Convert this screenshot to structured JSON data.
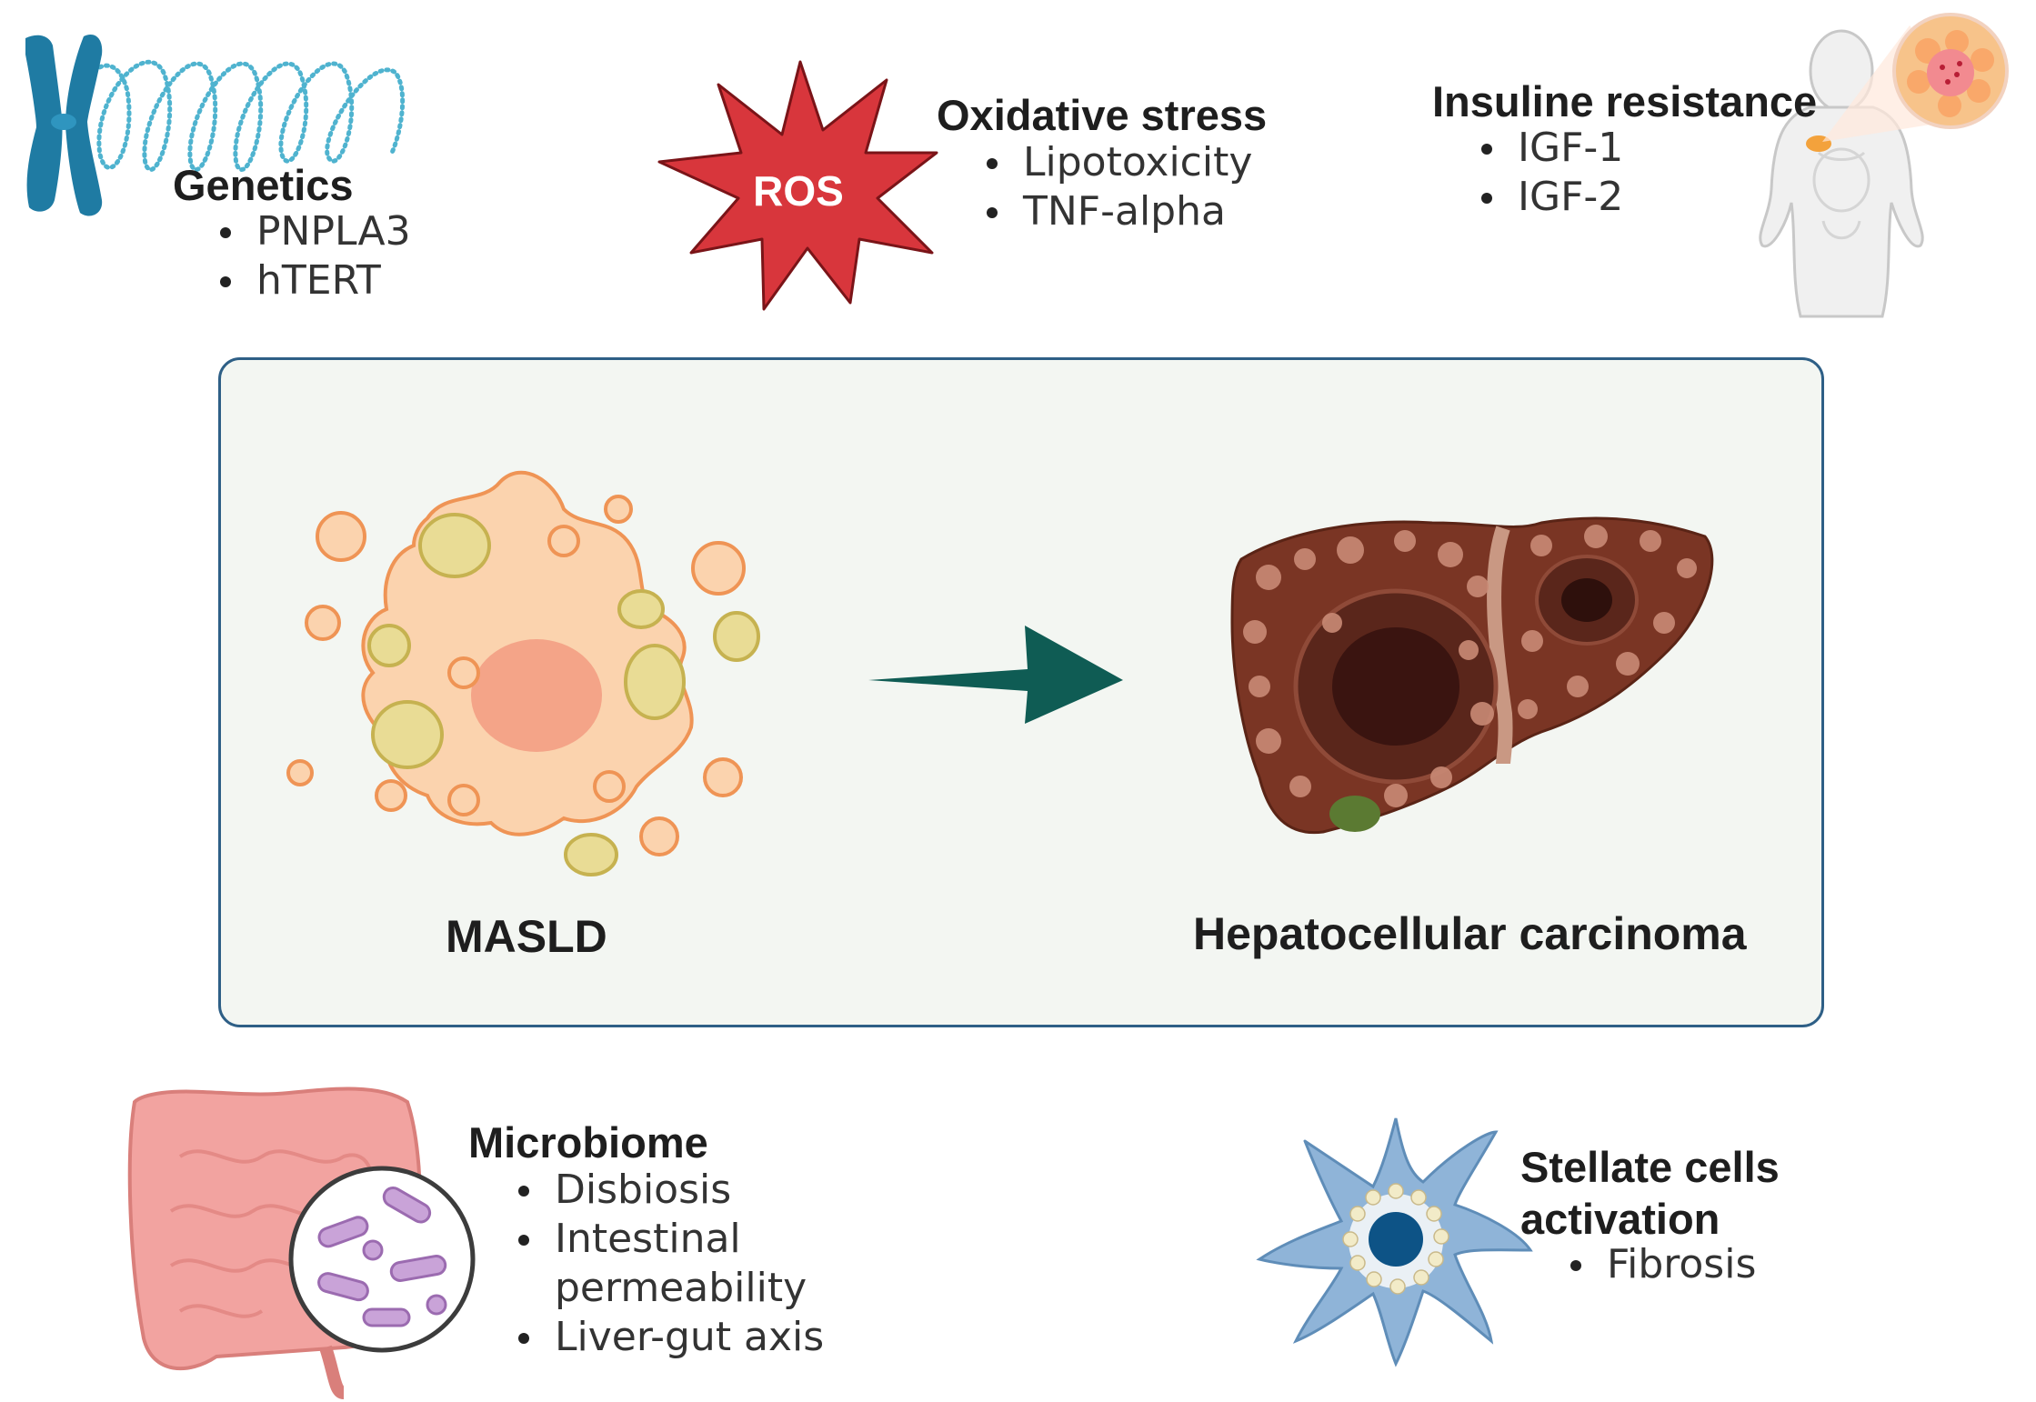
{
  "factors": {
    "genetics": {
      "title": "Genetics",
      "items": [
        "PNPLA3",
        "hTERT"
      ]
    },
    "oxidative": {
      "title": "Oxidative stress",
      "badge": "ROS",
      "items": [
        "Lipotoxicity",
        "TNF-alpha"
      ]
    },
    "insulin": {
      "title": "Insuline resistance",
      "items": [
        "IGF-1",
        "IGF-2"
      ]
    },
    "microbiome": {
      "title": "Microbiome",
      "items": [
        "Disbiosis",
        "Intestinal",
        "permeability",
        "Liver-gut axis"
      ]
    },
    "stellate": {
      "title_line1": "Stellate cells",
      "title_line2": "activation",
      "items": [
        "Fibrosis"
      ]
    }
  },
  "center": {
    "left_label": "MASLD",
    "right_label": "Hepatocellular carcinoma"
  },
  "colors": {
    "panel_border": "#2e5f86",
    "panel_bg": "#f3f6f2",
    "arrow": "#0f5c54",
    "ros_star": "#d8363c",
    "chromosome": "#1f7ba3",
    "stellate_cell": "#8fb4d8",
    "liver": "#7a3524",
    "hepatocyte": "#f9c9a0"
  },
  "icons": [
    "chromosome-icon",
    "ros-star-icon",
    "human-body-icon",
    "intestine-icon",
    "bacteria-magnifier-icon",
    "stellate-cell-icon",
    "hepatocyte-icon",
    "arrow-right-icon",
    "liver-icon"
  ]
}
